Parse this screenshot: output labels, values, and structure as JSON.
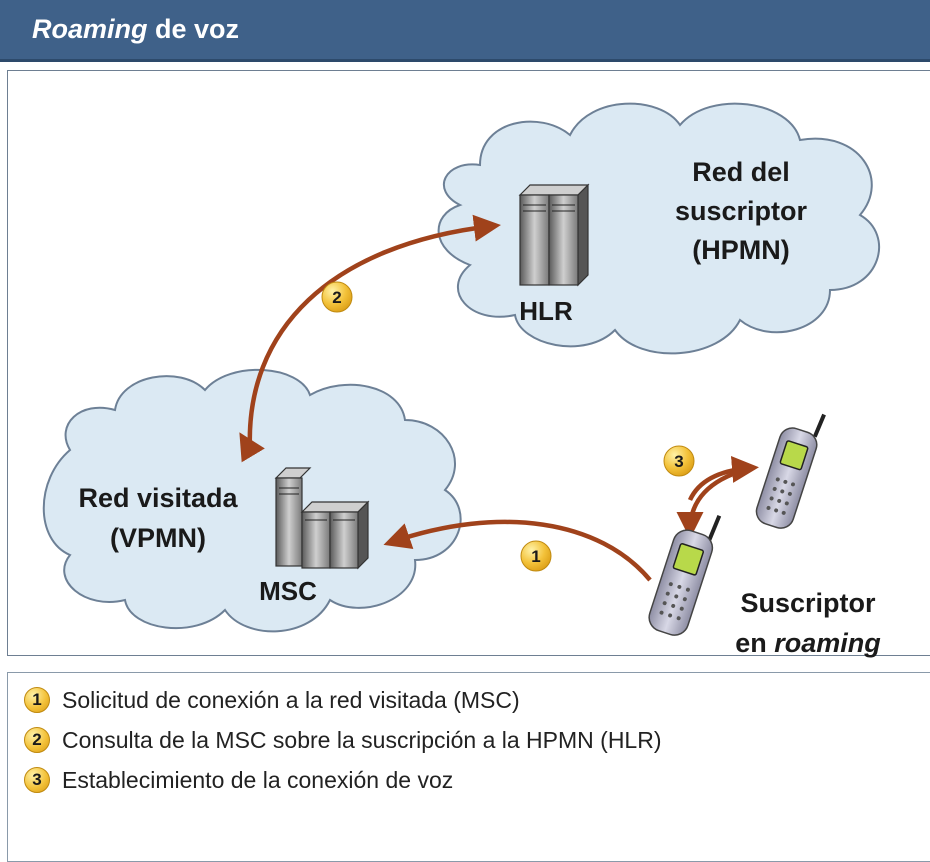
{
  "header": {
    "title_italic": "Roaming",
    "title_rest": " de voz"
  },
  "hpmn": {
    "line1": "Red del",
    "line2": "suscriptor",
    "line3": "(HPMN)",
    "device_label": "HLR"
  },
  "vpmn": {
    "line1": "Red visitada",
    "line2": "(VPMN)",
    "device_label": "MSC"
  },
  "subscriber": {
    "line1": "Suscriptor",
    "line2_plain": "en ",
    "line2_italic": "roaming"
  },
  "steps": [
    {
      "num": "1",
      "text": "Solicitud de conexión a la red visitada (MSC)"
    },
    {
      "num": "2",
      "text": "Consulta de la MSC sobre la suscripción a la HPMN (HLR)"
    },
    {
      "num": "3",
      "text": "Establecimiento de la conexión de voz"
    }
  ],
  "colors": {
    "header": "#3f6189",
    "cloud": "#dbe9f3",
    "arrow": "#a0421b",
    "badge": "#f3c23a"
  },
  "icons": [
    "hlr-server-icon",
    "msc-server-icon",
    "mobile-phone-icon",
    "cloud-icon",
    "arrow-icon",
    "step-badge-icon"
  ]
}
